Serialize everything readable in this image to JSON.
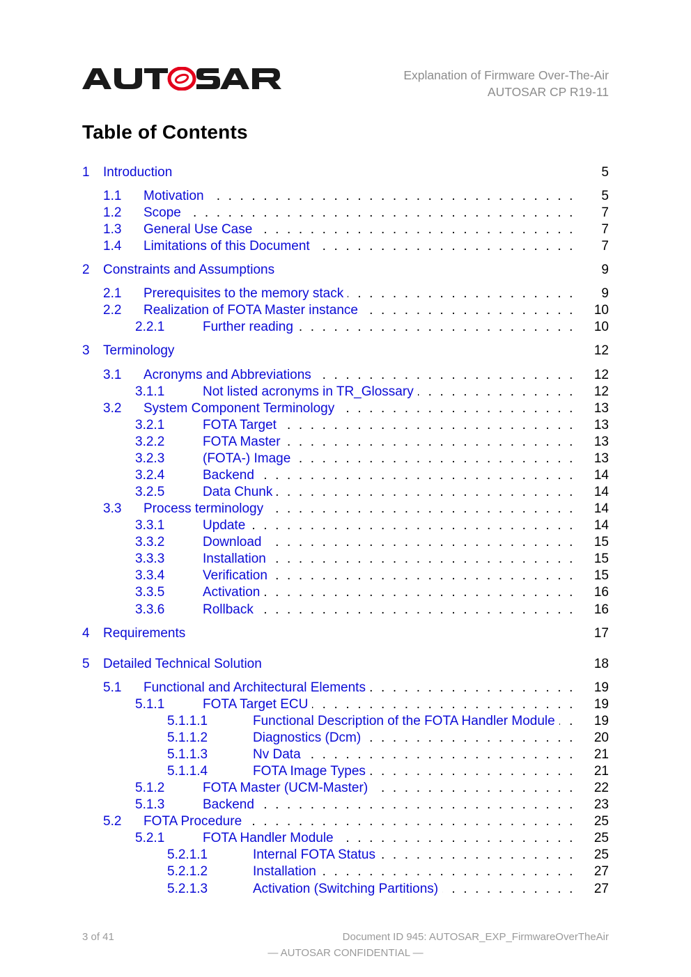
{
  "header": {
    "logo_text": "AUTOSAR",
    "doc_title": "Explanation of Firmware Over-The-Air",
    "release": "AUTOSAR CP R19-11"
  },
  "toc_title": "Table of Contents",
  "entries": [
    {
      "num": "1",
      "label": "Introduction",
      "page": "5",
      "level": 0
    },
    {
      "num": "1.1",
      "label": "Motivation",
      "page": "5",
      "level": 1
    },
    {
      "num": "1.2",
      "label": "Scope",
      "page": "7",
      "level": 1
    },
    {
      "num": "1.3",
      "label": "General Use Case",
      "page": "7",
      "level": 1
    },
    {
      "num": "1.4",
      "label": "Limitations of this Document",
      "page": "7",
      "level": 1
    },
    {
      "num": "2",
      "label": "Constraints and Assumptions",
      "page": "9",
      "level": 0
    },
    {
      "num": "2.1",
      "label": "Prerequisites to the memory stack",
      "page": "9",
      "level": 1
    },
    {
      "num": "2.2",
      "label": "Realization of FOTA Master instance",
      "page": "10",
      "level": 1
    },
    {
      "num": "2.2.1",
      "label": "Further reading",
      "page": "10",
      "level": 2
    },
    {
      "num": "3",
      "label": "Terminology",
      "page": "12",
      "level": 0
    },
    {
      "num": "3.1",
      "label": "Acronyms and Abbreviations",
      "page": "12",
      "level": 1
    },
    {
      "num": "3.1.1",
      "label": "Not listed acronyms in TR_Glossary",
      "page": "12",
      "level": 2
    },
    {
      "num": "3.2",
      "label": "System Component Terminology",
      "page": "13",
      "level": 1
    },
    {
      "num": "3.2.1",
      "label": "FOTA Target",
      "page": "13",
      "level": 2
    },
    {
      "num": "3.2.2",
      "label": "FOTA Master",
      "page": "13",
      "level": 2
    },
    {
      "num": "3.2.3",
      "label": "(FOTA-) Image",
      "page": "13",
      "level": 2
    },
    {
      "num": "3.2.4",
      "label": "Backend",
      "page": "14",
      "level": 2
    },
    {
      "num": "3.2.5",
      "label": "Data Chunk",
      "page": "14",
      "level": 2
    },
    {
      "num": "3.3",
      "label": "Process terminology",
      "page": "14",
      "level": 1
    },
    {
      "num": "3.3.1",
      "label": "Update",
      "page": "14",
      "level": 2
    },
    {
      "num": "3.3.2",
      "label": "Download",
      "page": "15",
      "level": 2
    },
    {
      "num": "3.3.3",
      "label": "Installation",
      "page": "15",
      "level": 2
    },
    {
      "num": "3.3.4",
      "label": "Verification",
      "page": "15",
      "level": 2
    },
    {
      "num": "3.3.5",
      "label": "Activation",
      "page": "16",
      "level": 2
    },
    {
      "num": "3.3.6",
      "label": "Rollback",
      "page": "16",
      "level": 2
    },
    {
      "num": "4",
      "label": "Requirements",
      "page": "17",
      "level": 0
    },
    {
      "num": "5",
      "label": "Detailed Technical Solution",
      "page": "18",
      "level": 0
    },
    {
      "num": "5.1",
      "label": "Functional and Architectural Elements",
      "page": "19",
      "level": 1
    },
    {
      "num": "5.1.1",
      "label": "FOTA Target ECU",
      "page": "19",
      "level": 2
    },
    {
      "num": "5.1.1.1",
      "label": "Functional Description of the FOTA Handler Module",
      "page": "19",
      "level": 3
    },
    {
      "num": "5.1.1.2",
      "label": "Diagnostics (Dcm)",
      "page": "20",
      "level": 3
    },
    {
      "num": "5.1.1.3",
      "label": "Nv Data",
      "page": "21",
      "level": 3
    },
    {
      "num": "5.1.1.4",
      "label": "FOTA Image Types",
      "page": "21",
      "level": 3
    },
    {
      "num": "5.1.2",
      "label": "FOTA Master (UCM-Master)",
      "page": "22",
      "level": 2
    },
    {
      "num": "5.1.3",
      "label": "Backend",
      "page": "23",
      "level": 2
    },
    {
      "num": "5.2",
      "label": "FOTA Procedure",
      "page": "25",
      "level": 1
    },
    {
      "num": "5.2.1",
      "label": "FOTA Handler Module",
      "page": "25",
      "level": 2
    },
    {
      "num": "5.2.1.1",
      "label": "Internal FOTA Status",
      "page": "25",
      "level": 3
    },
    {
      "num": "5.2.1.2",
      "label": "Installation",
      "page": "27",
      "level": 3
    },
    {
      "num": "5.2.1.3",
      "label": "Activation (Switching Partitions)",
      "page": "27",
      "level": 3
    }
  ],
  "footer": {
    "page_info": "3 of 41",
    "document_id": "Document ID 945: AUTOSAR_EXP_FirmwareOverTheAir",
    "confidential": "— AUTOSAR CONFIDENTIAL —"
  }
}
